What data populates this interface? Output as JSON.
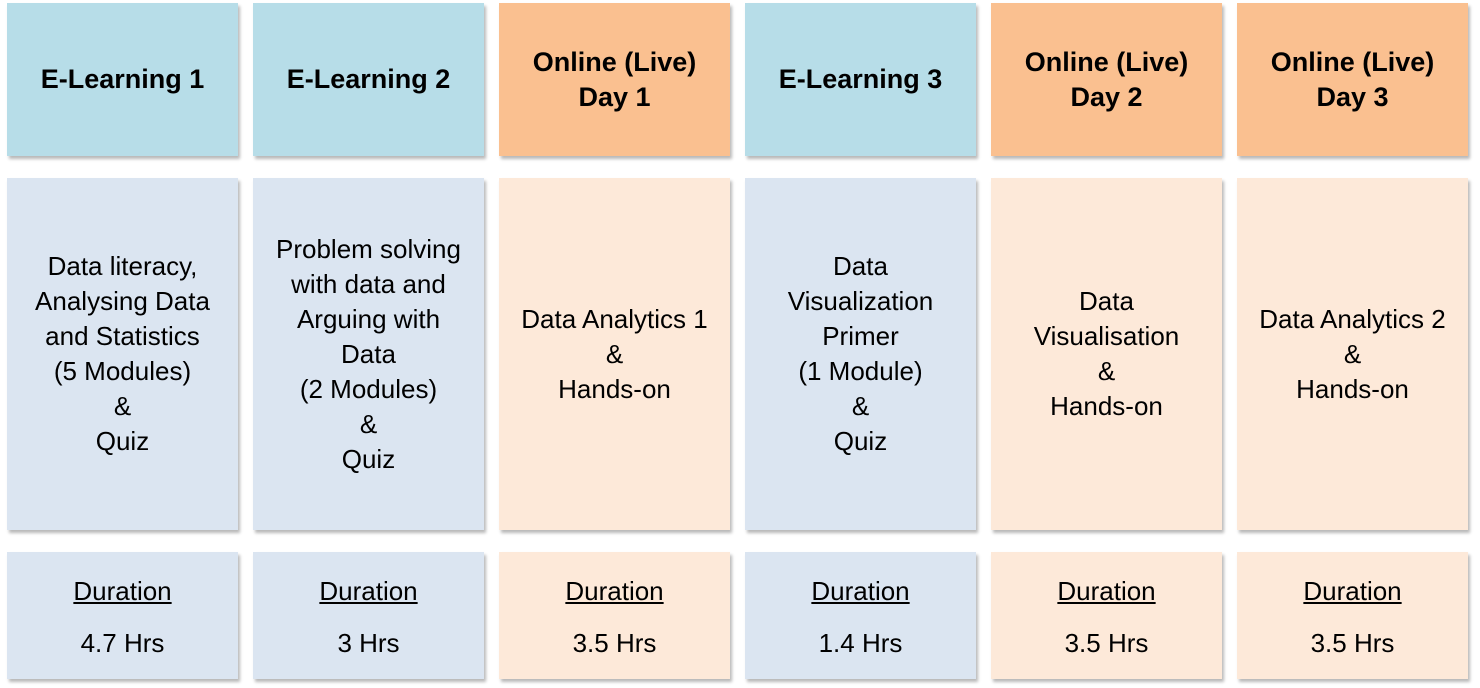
{
  "colors": {
    "elearning_header": "#b7dde8",
    "online_header": "#fac090",
    "elearning_body": "#dbe5f1",
    "online_body": "#fde9d9"
  },
  "columns": [
    {
      "kind": "elearning",
      "title": "E-Learning 1",
      "content": "Data literacy,\nAnalysing Data\nand Statistics\n(5 Modules)\n&\nQuiz",
      "duration_label": "Duration",
      "duration": "4.7 Hrs"
    },
    {
      "kind": "elearning",
      "title": "E-Learning 2",
      "content": "Problem solving\nwith data and\nArguing with\nData\n(2 Modules)\n&\nQuiz",
      "duration_label": "Duration",
      "duration": "3 Hrs"
    },
    {
      "kind": "online",
      "title": "Online (Live)\nDay 1",
      "content": "Data Analytics 1\n&\nHands-on",
      "duration_label": "Duration",
      "duration": "3.5 Hrs"
    },
    {
      "kind": "elearning",
      "title": "E-Learning 3",
      "content": "Data\nVisualization\nPrimer\n(1 Module)\n&\nQuiz",
      "duration_label": "Duration",
      "duration": "1.4 Hrs"
    },
    {
      "kind": "online",
      "title": "Online (Live)\nDay 2",
      "content": "Data\nVisualisation\n&\nHands-on",
      "duration_label": "Duration",
      "duration": "3.5 Hrs"
    },
    {
      "kind": "online",
      "title": "Online (Live)\nDay 3",
      "content": "Data Analytics 2\n&\nHands-on",
      "duration_label": "Duration",
      "duration": "3.5 Hrs"
    }
  ]
}
